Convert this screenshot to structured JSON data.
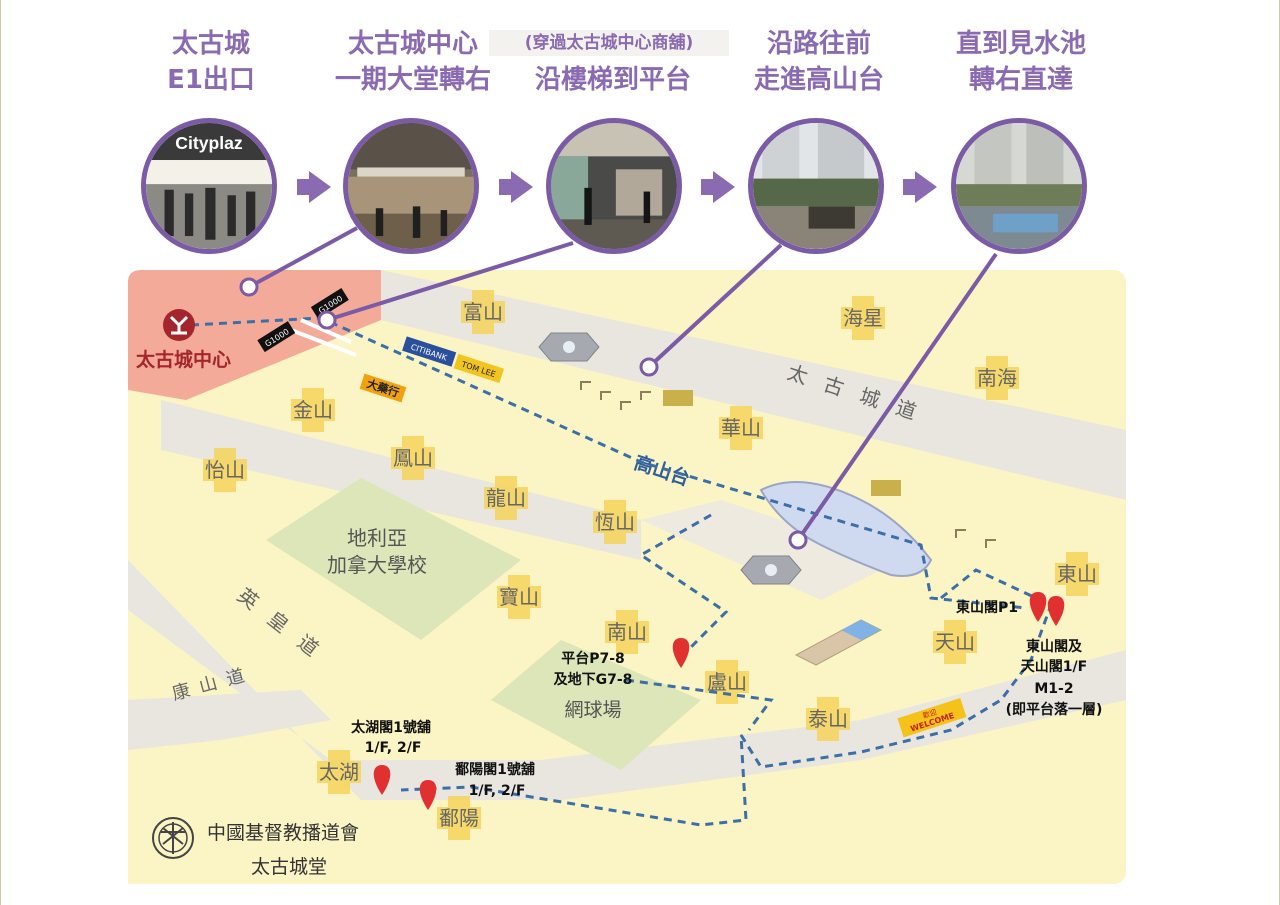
{
  "steps": [
    {
      "line1": "太古城",
      "line2": "E1出口"
    },
    {
      "line1": "太古城中心",
      "note": "(穿過太古城中心商舖)",
      "line2": "一期大堂轉右"
    },
    {
      "line2": "沿樓梯到平台"
    },
    {
      "line1": "沿路往前",
      "line2": "走進高山台"
    },
    {
      "line1": "直到見水池",
      "line2": "轉右直達"
    }
  ],
  "photos": [
    {
      "sign": "Cityplaz"
    },
    {
      "sign": ""
    },
    {
      "sign": ""
    },
    {
      "sign": ""
    },
    {
      "sign": ""
    }
  ],
  "map": {
    "station": "太古城中心",
    "exit_tags": [
      "G1000",
      "G1000"
    ],
    "shops": {
      "citibank": "CITIBANK",
      "tomlee": "TOM LEE",
      "store": "大藥行"
    },
    "roads": {
      "taikoo": "太古城道",
      "kornhill": "高山台",
      "westlands": "英皇道",
      "kangshan": "康山道"
    },
    "buildings": [
      "富山",
      "海星",
      "南海",
      "金山",
      "華山",
      "怡山",
      "鳳山",
      "龍山",
      "恆山",
      "東山",
      "寶山",
      "天山",
      "南山",
      "盧山",
      "泰山",
      "太湖",
      "鄱陽"
    ],
    "school": {
      "line1": "地利亞",
      "line2": "加拿大學校"
    },
    "tennis": "網球場",
    "welcome": {
      "cn": "歡迎",
      "en": "WELCOME"
    },
    "pins": [
      {
        "label": "東山閣P1"
      },
      {
        "label1": "東山閣及",
        "label2": "天山閣1/F",
        "label3": "M1-2",
        "label4": "(即平台落一層)"
      },
      {
        "label1": "平台P7-8",
        "label2": "及地下G7-8"
      },
      {
        "label1": "太湖閣1號舖",
        "label2": "1/F, 2/F"
      },
      {
        "label1": "鄱陽閣1號舖",
        "label2": "1/F, 2/F"
      }
    ]
  },
  "church": {
    "name": "中國基督教播道會",
    "sub": "太古城堂"
  },
  "colors": {
    "accent": "#8a6ab0",
    "route": "#3c6fa8",
    "pin": "#e03030",
    "building": "#f5d35a",
    "mtr": "#a4262c"
  }
}
